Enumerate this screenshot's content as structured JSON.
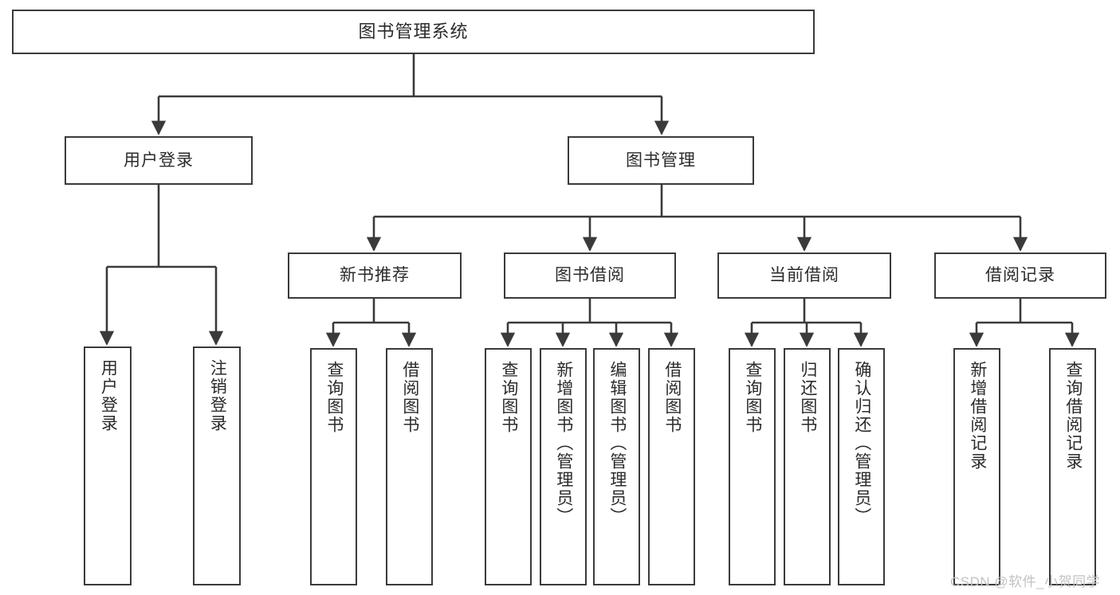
{
  "diagram": {
    "title": "图书管理系统",
    "type": "tree",
    "watermark": "CSDN @软件_小贺同学",
    "colors": {
      "box_border": "#3a3a3a",
      "box_fill": "#ffffff",
      "connector": "#3a3a3a",
      "text": "#2b2b2b",
      "watermark": "#c3c3c3",
      "background": "#ffffff"
    },
    "root": {
      "label": "图书管理系统"
    },
    "level2": [
      {
        "label": "用户登录"
      },
      {
        "label": "图书管理"
      }
    ],
    "level3": [
      {
        "label": "新书推荐"
      },
      {
        "label": "图书借阅"
      },
      {
        "label": "当前借阅"
      },
      {
        "label": "借阅记录"
      }
    ],
    "leaves": {
      "user_login": [
        {
          "label": "用户登录"
        },
        {
          "label": "注销登录"
        }
      ],
      "new_book_recommend": [
        {
          "label": "查询图书"
        },
        {
          "label": "借阅图书"
        }
      ],
      "book_borrow": [
        {
          "label": "查询图书"
        },
        {
          "label": "新增图书（管理员）"
        },
        {
          "label": "编辑图书（管理员）"
        },
        {
          "label": "借阅图书"
        }
      ],
      "current_borrow": [
        {
          "label": "查询图书"
        },
        {
          "label": "归还图书"
        },
        {
          "label": "确认归还（管理员）"
        }
      ],
      "borrow_record": [
        {
          "label": "新增借阅记录"
        },
        {
          "label": "查询借阅记录"
        }
      ]
    }
  }
}
